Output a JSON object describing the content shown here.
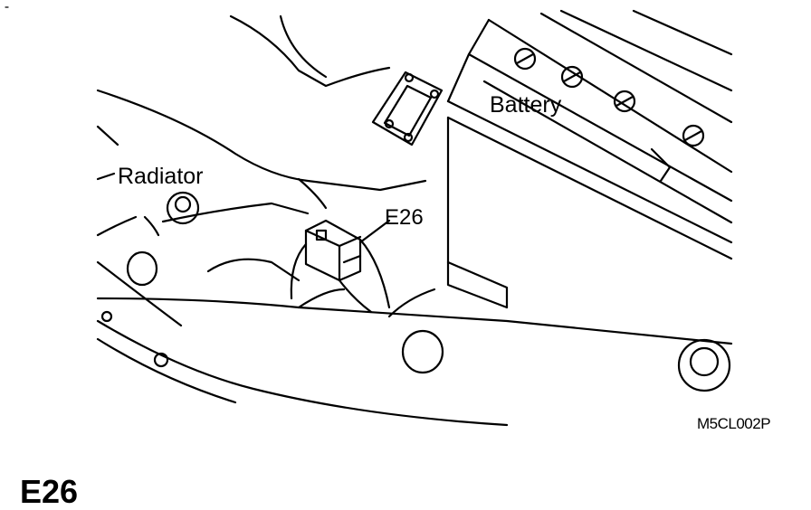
{
  "labels": {
    "battery": "Battery",
    "radiator": "Radiator",
    "connector": "E26",
    "figure_code": "M5CL002P",
    "caption": "E26"
  },
  "colors": {
    "ink": "#000000",
    "paper": "#ffffff"
  }
}
